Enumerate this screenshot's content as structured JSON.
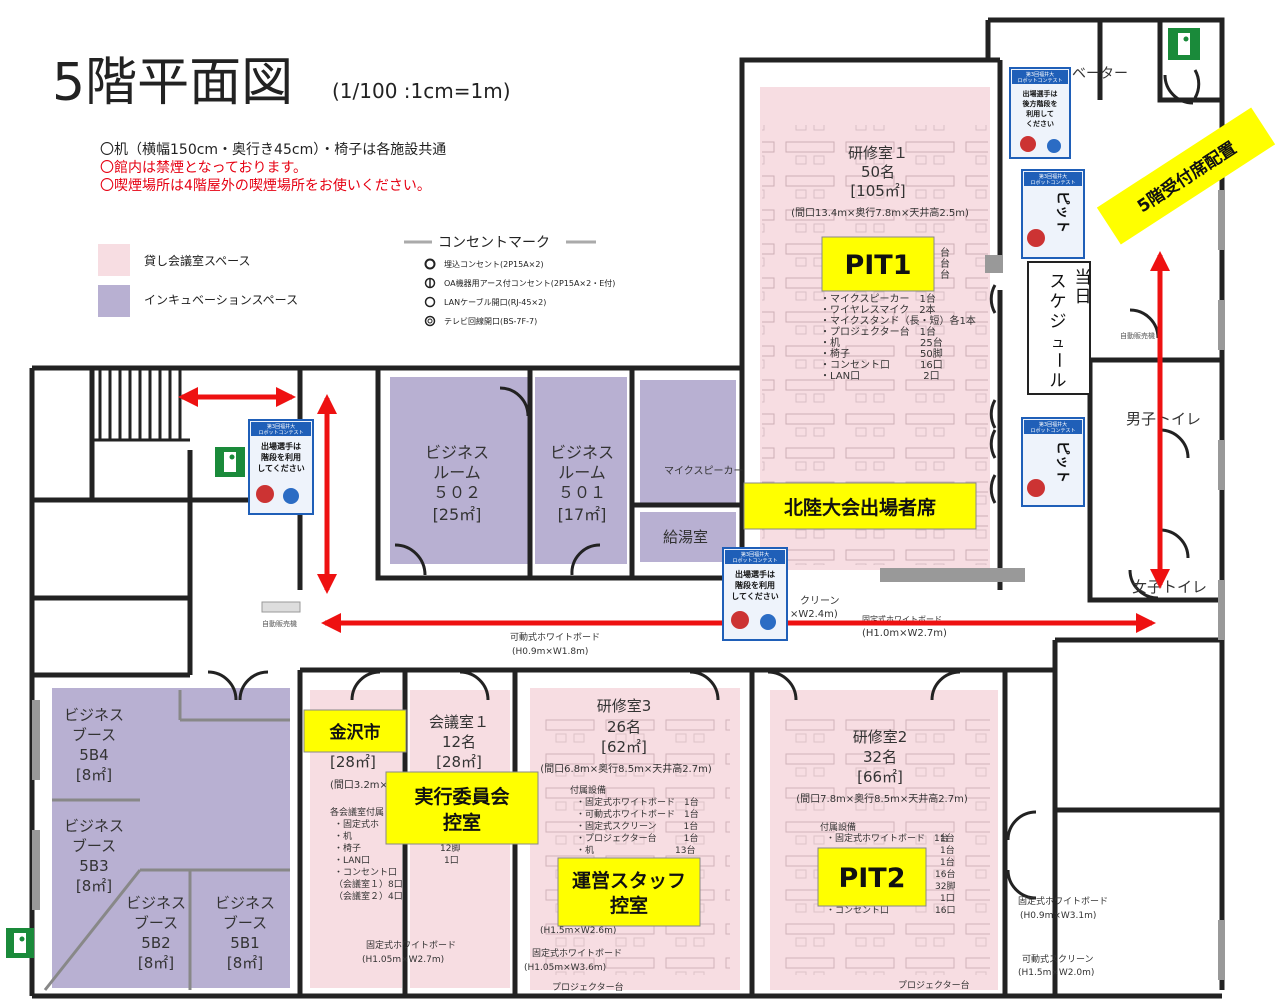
{
  "title": "5階平面図",
  "scale": "(1/100 :1cm=1m)",
  "notes": [
    "〇机（横幅150cm・奥行き45cm）・椅子は各施設共通",
    "〇館内は禁煙となっております。",
    "〇喫煙場所は4階屋外の喫煙場所をお使いください。"
  ],
  "legend": {
    "rental": "貸し会議室スペース",
    "incubation": "インキュベーションスペース",
    "outlet_title": "コンセントマーク",
    "outlets": [
      "埋込コンセント(2P15A×2)",
      "OA機器用アース付コンセント(2P15A×2・E付)",
      "LANケーブル開口(RJ-45×2)",
      "テレビ回線開口(BS-7F-7)"
    ]
  },
  "colors": {
    "rental": "#f7dde2",
    "incubation": "#b8b0d2",
    "wall": "#222222",
    "highlight": "#ffff00",
    "arrow": "#ee1111",
    "exit": "#1a8a3a"
  },
  "rooms": {
    "kenshu1": {
      "name": "研修室１",
      "cap": "50名",
      "area": "[105㎡]",
      "dims": "(間口13.4m×奥行7.8m×天井高2.5m)"
    },
    "kenshu1_equip": [
      "・マイクスピーカー　1台",
      "・ワイヤレスマイク　2本",
      "・マイクスタンド（長・短）各1本",
      "・プロジェクター台　1台",
      "・机　　　　　　　　25台",
      "・椅子　　　　　　　50脚",
      "・コンセント口　　　16口",
      "・LAN口　　　　　　 2口"
    ],
    "kenshu1_equip_top": [
      "台",
      "台",
      "台"
    ],
    "room502": {
      "l1": "ビジネス",
      "l2": "ルーム",
      "num": "５０２",
      "area": "[25㎡]"
    },
    "room501": {
      "l1": "ビジネス",
      "l2": "ルーム",
      "num": "５０１",
      "area": "[17㎡]"
    },
    "mic_speaker": "マイクスピーカー",
    "kyuto": "給湯室",
    "kaigi1": {
      "name": "会議室１",
      "cap": "12名",
      "area": "[28㎡]",
      "left_area": "[28㎡]",
      "left_dims": "(間口3.2m×"
    },
    "kaigi_equip_title": "各会議室付属",
    "kaigi_equip": [
      "・固定式ホ",
      "・机",
      "・椅子",
      "・LAN口",
      "・コンセント口",
      "（会議室１）8口",
      "（会議室２）4口"
    ],
    "kaigi_equip_counts": [
      "12脚",
      "1口"
    ],
    "kenshu3": {
      "name": "研修室3",
      "cap": "26名",
      "area": "[62㎡]",
      "dims": "(間口6.8m×奥行8.5m×天井高2.7m)"
    },
    "kenshu3_equip_title": "付属設備",
    "kenshu3_equip": [
      "・固定式ホワイトボード　1台",
      "・可動式ホワイトボード　1台",
      "・固定式スクリーン　　　1台",
      "・プロジェクター台　　　1台",
      "・机　　　　　　　　　13台"
    ],
    "kenshu2": {
      "name": "研修室2",
      "cap": "32名",
      "area": "[66㎡]",
      "dims": "(間口7.8m×奥行8.5m×天井高2.7m)"
    },
    "kenshu2_equip_title": "付属設備",
    "kenshu2_equip": [
      "・固定式ホワイトボード　1台"
    ],
    "kenshu2_counts": [
      "1台",
      "1台",
      "1台",
      "16台",
      "32脚",
      "1口",
      "16口"
    ],
    "kenshu2_extra": "・コンセント口",
    "booth_5b4": {
      "l1": "ビジネス",
      "l2": "ブース",
      "num": "5B4",
      "area": "[8㎡]"
    },
    "booth_5b3": {
      "l1": "ビジネス",
      "l2": "ブース",
      "num": "5B3",
      "area": "[8㎡]"
    },
    "booth_5b2": {
      "l1": "ビジネス",
      "l2": "ブース",
      "num": "5B2",
      "area": "[8㎡]"
    },
    "booth_5b1": {
      "l1": "ビジネス",
      "l2": "ブース",
      "num": "5B1",
      "area": "[8㎡]"
    }
  },
  "fixtures": {
    "elevator": "ベーター",
    "male_toilet": "男子トイレ",
    "female_toilet": "女子トイレ",
    "vending_left": "自動販売機",
    "vending_right": "自動販売機",
    "screen_label": "クリーン",
    "screen_dims": "×W2.4m)",
    "wb_fixed_top": "固定式ホワイトボード",
    "wb_fixed_top_dims": "(H1.0m×W2.7m)",
    "wb_movable_center": "可動式ホワイトボード",
    "wb_movable_center_dims": "(H0.9m×W1.8m)",
    "wb_fixed_k1": "固定式ホワイトボード",
    "wb_fixed_k1_dims": "(H1.05m×W2.7m)",
    "wb_fixed_k3": "固定式ホワイトボード",
    "wb_fixed_k3_dims": "(H1.05m×W3.6m)",
    "screen_k3": "(H1.5m×W2.6m)",
    "projector_k3": "プロジェクター台",
    "projector_k2": "プロジェクター台",
    "wb_fixed_right": "固定式ホワイトボード",
    "wb_fixed_right_dims": "(H0.9m×W3.1m)",
    "screen_right": "可動式スクリーン",
    "screen_right_dims": "(H1.5m×W2.0m)"
  },
  "callouts": {
    "pit1": "PIT1",
    "pit2": "PIT2",
    "hokuriku": "北陸大会出場者席",
    "kanazawa": "金沢市",
    "jikko_1": "実行委員会",
    "jikko_2": "控室",
    "staff_1": "運営スタッフ",
    "staff_2": "控室",
    "reception": "5階受付席配置",
    "schedule": [
      "当",
      "日",
      "ス",
      "ケ",
      "ジ",
      "ュ",
      "ー",
      "ル"
    ]
  },
  "posters": {
    "header_1": "第3回福井大",
    "header_2": "ロボットコンテスト",
    "stairs": [
      "出場選手は",
      "階段を利用",
      "してください"
    ],
    "rear_stairs": [
      "出場選手は",
      "後方階段を",
      "利用して",
      "ください"
    ],
    "pit": "ピット"
  }
}
